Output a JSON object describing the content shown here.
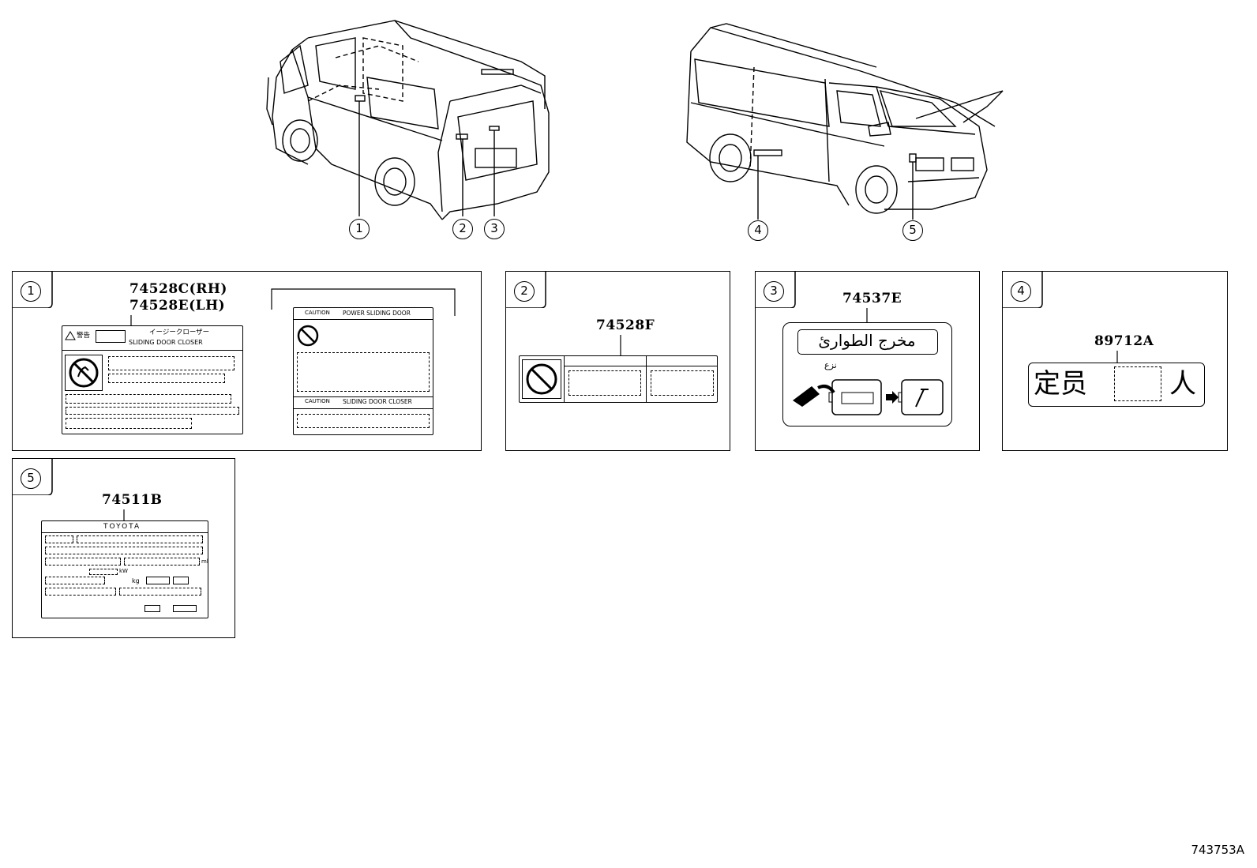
{
  "callouts": [
    "1",
    "2",
    "3",
    "4",
    "5"
  ],
  "panels": {
    "p1": {
      "num": "1",
      "parts": [
        "74528C(RH)",
        "74528E(LH)"
      ],
      "label_a": {
        "top_jp": "イージークローザー",
        "warn_jp": "警告",
        "line2": "SLIDING DOOR CLOSER"
      },
      "label_b": {
        "caution": "CAUTION",
        "title1": "POWER SLIDING DOOR",
        "title2": "SLIDING DOOR CLOSER"
      }
    },
    "p2": {
      "num": "2",
      "parts": [
        "74528F"
      ]
    },
    "p3": {
      "num": "3",
      "parts": [
        "74537E"
      ],
      "arabic": "مخرج الطوارئ",
      "arabic_small": "نزع"
    },
    "p4": {
      "num": "4",
      "parts": [
        "89712A"
      ],
      "text_left": "定员",
      "text_right": "人"
    },
    "p5": {
      "num": "5",
      "parts": [
        "74511B"
      ],
      "top_row": "TOYOTA",
      "unit_kw": "kW",
      "unit_kg": "kg",
      "unit_ml": "ml"
    }
  },
  "diagram_id": "743753A"
}
